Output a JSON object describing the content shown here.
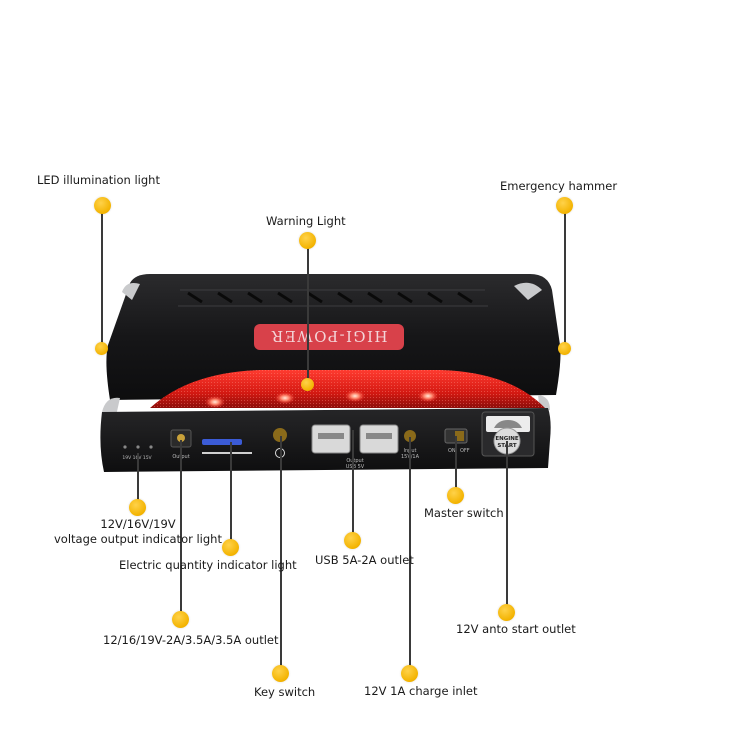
{
  "device": {
    "brand_label": "HIGI-POWER",
    "brand_label_mirrored": true,
    "port_text_output": "Output",
    "port_text_usb": "Output\nUSB 5V",
    "port_text_input": "Input\n15V/1A",
    "voltage_marks": "19V 16V 15V",
    "switch_on": "ON",
    "switch_off": "OFF",
    "engine_button_top": "ENGINE",
    "engine_button_bottom": "START"
  },
  "callouts": {
    "led_light": "LED illumination light",
    "emergency_hammer": "Emergency hammer",
    "warning_light": "Warning Light",
    "voltage_indicator_line1": "12V/16V/19V",
    "voltage_indicator_line2": "voltage output indicator light",
    "master_switch": "Master switch",
    "electric_quantity": "Electric quantity indicator light",
    "usb_outlet": "USB 5A-2A outlet",
    "multi_outlet": "12/16/19V-2A/3.5A/3.5A outlet",
    "anto_start": "12V anto start outlet",
    "key_switch": "Key switch",
    "charge_inlet": "12V 1A charge inlet"
  },
  "colors": {
    "callout_dot": "#f3b300",
    "device_body": "#1c1c1e",
    "warning_light": "#e0211f",
    "label_plate": "#d8414a"
  }
}
